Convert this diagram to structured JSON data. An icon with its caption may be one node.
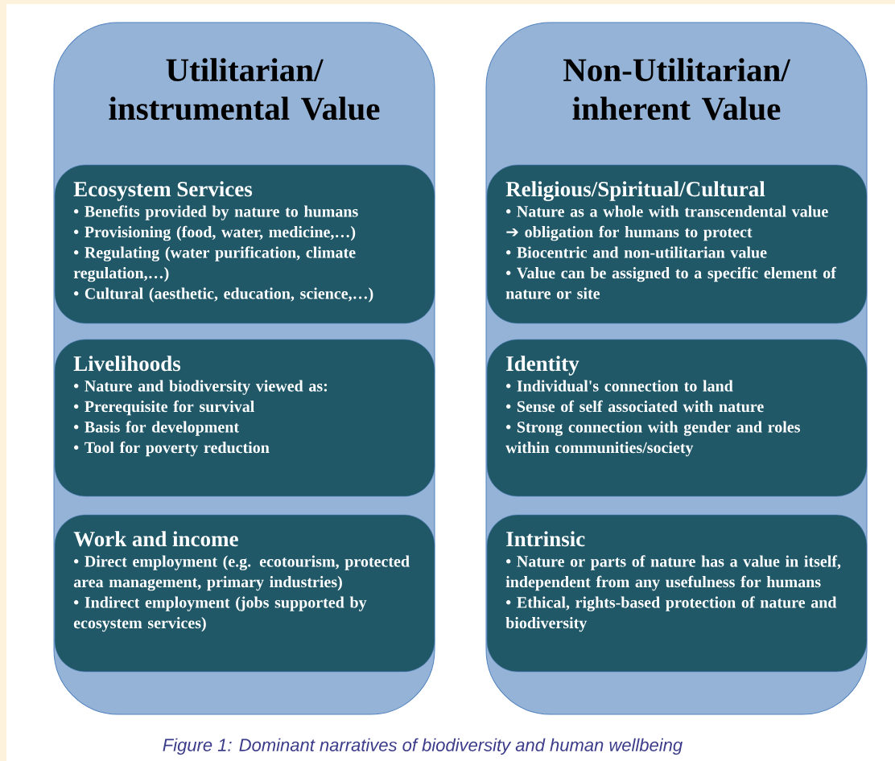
{
  "diagram": {
    "caption": "Figure 1: Dominant narratives of biodiversity and human wellbeing",
    "nodes": [
      {
        "text": [
          "Utilitarian/ instrumental Value"
        ]
      },
      {
        "text": [
          "Ecosystem Services",
          "• Benefits provided by nature to humans",
          "• Provisioning (food, water, medicine,…)",
          "• Regulating (water purification, climate regulation,…)",
          "• Cultural (aesthetic, education, science,…)"
        ],
        "in": 0
      },
      {
        "text": [
          "Livelihoods",
          "• Nature and biodiversity viewed as:",
          "• Prerequisite for survival",
          "• Basis for development",
          "• Tool for poverty reduction"
        ],
        "in": 0
      },
      {
        "text": [
          "Work and income",
          "• Direct employment (e.g. ecotourism, protected area management, primary industries)",
          "• Indirect employment (jobs supported by ecosystem services)"
        ],
        "in": 0
      },
      {
        "text": [
          "Non-Utilitarian/ inherent Value"
        ]
      },
      {
        "text": [
          "Religious/Spiritual/Cultural",
          "• Nature as a whole with transcendental value ➔ obligation for humans to protect",
          "• Biocentric and non-utilitarian value",
          "• Value can be assigned to a specific element of nature or site"
        ],
        "in": 4
      },
      {
        "text": [
          "Identity",
          "• Individual's connection to land",
          "• Sense of self associated with nature",
          "• Strong connection with gender and roles within communities/society"
        ],
        "in": 4
      },
      {
        "text": [
          "Intrinsic",
          "• Nature or parts of nature has a value in itself, independent from any usefulness for humans",
          "• Ethical, rights-based protection of nature and biodiversity"
        ],
        "in": 4
      }
    ]
  }
}
